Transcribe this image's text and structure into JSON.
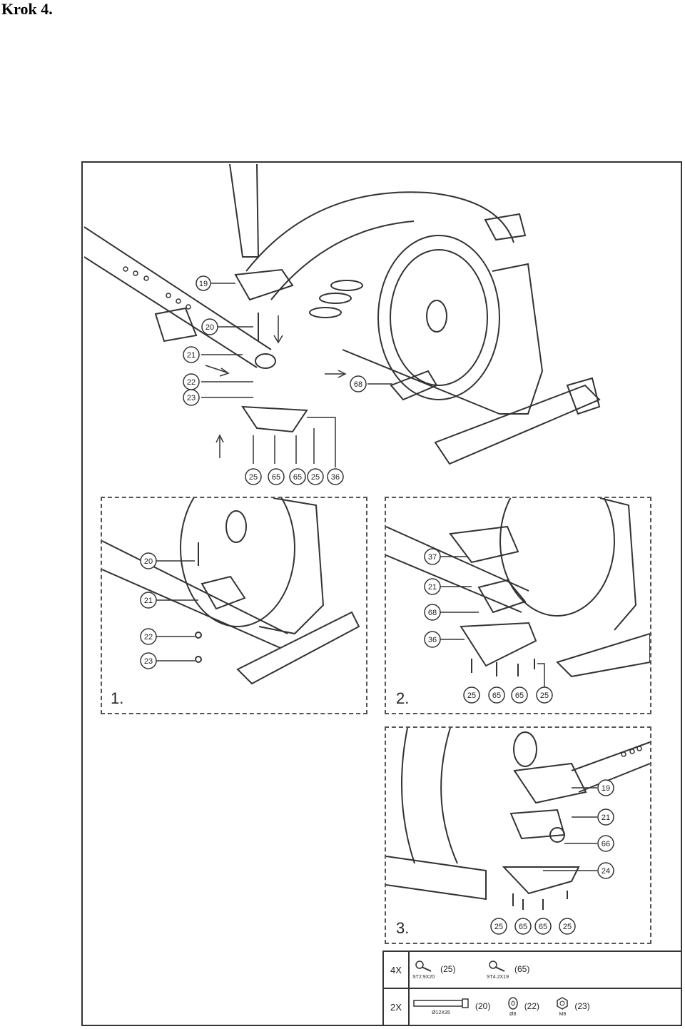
{
  "title": "Krok 4.",
  "main_callouts": [
    "19",
    "20",
    "21",
    "22",
    "23",
    "68",
    "25",
    "65",
    "65",
    "25",
    "36"
  ],
  "panels": [
    {
      "number": "1.",
      "callouts": [
        "20",
        "21",
        "22",
        "23"
      ]
    },
    {
      "number": "2.",
      "callouts": [
        "37",
        "21",
        "68",
        "36",
        "25",
        "65",
        "65",
        "25"
      ]
    },
    {
      "number": "3.",
      "callouts": [
        "19",
        "21",
        "66",
        "24",
        "25",
        "65",
        "65",
        "25"
      ]
    }
  ],
  "hardware": [
    {
      "qty": "4X",
      "parts": [
        {
          "spec": "ST2.9X20",
          "code": "(25)",
          "icon": "screw-icon"
        },
        {
          "spec": "ST4.2X19",
          "code": "(65)",
          "icon": "screw-icon"
        }
      ]
    },
    {
      "qty": "2X",
      "parts": [
        {
          "spec": "Ø12X35",
          "code": "(20)",
          "icon": "bolt-icon"
        },
        {
          "spec": "Ø8",
          "code": "(22)",
          "icon": "washer-icon"
        },
        {
          "spec": "M8",
          "code": "(23)",
          "icon": "nut-icon"
        }
      ]
    }
  ]
}
